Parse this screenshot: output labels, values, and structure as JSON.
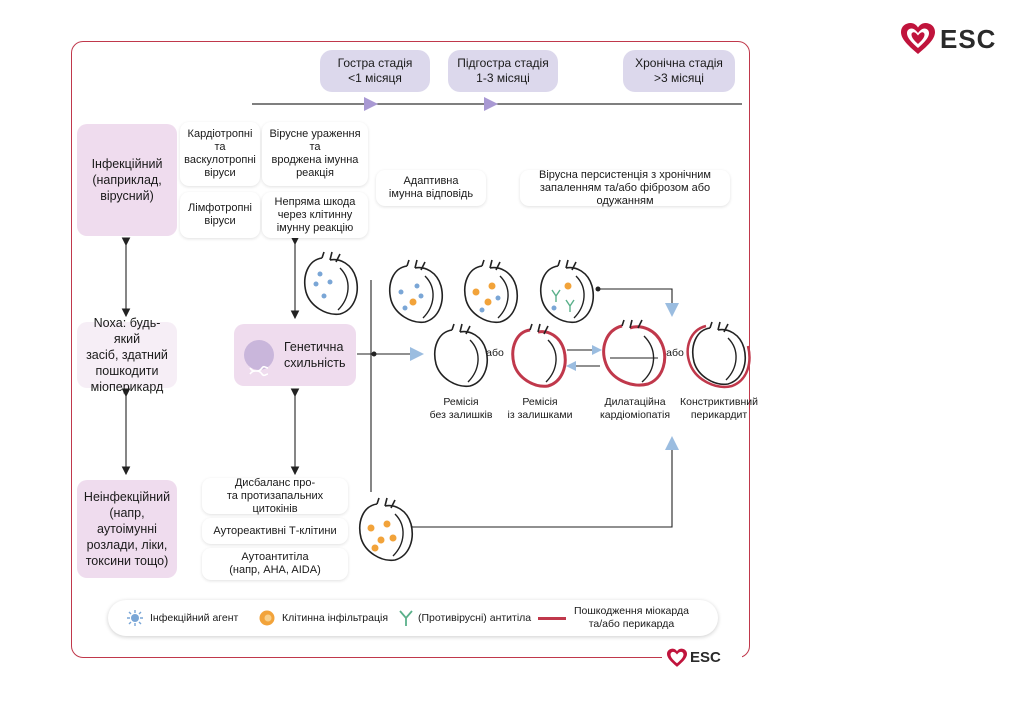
{
  "logo": {
    "text": "ESC",
    "color": "#c0143c"
  },
  "stages": [
    {
      "label": "Гостра стадія\n<1 місяця"
    },
    {
      "label": "Підгостра стадія\n1-3 місяці"
    },
    {
      "label": "Хронічна стадія\n>3 місяці"
    }
  ],
  "causes": {
    "infectious": "Інфекційний\n(наприклад,\nвірусний)",
    "noxa": "Noxa: будь-який\nзасіб, здатний\nпошкодити\nміоперикард",
    "noninfectious": "Неінфекційний\n(напр, аутоімунні\nрозлади, ліки,\nтоксини тощо)"
  },
  "viruses": {
    "cardiotropic": "Кардіотропні\nта\nваскулотропні\nвіруси",
    "lymphotropic": "Лімфотропні\nвіруси",
    "viral_damage": "Вірусне ураження\nта\nвроджена імунна\nреакція",
    "indirect_damage": "Непряма шкода\nчерез клітинну\nімунну реакцію"
  },
  "genetic": "Генетична\nсхильність",
  "adaptive": "Адаптивна\nімунна відповідь",
  "persistence": "Вірусна персистенція з хронічним\nзапаленням та/або фіброзом або одужанням",
  "noninf_factors": [
    "Дисбаланс про-\nта протизапальних цитокінів",
    "Аутореактивні Т-клітини",
    "Аутоантитіла\n(напр, AHA, AIDA)"
  ],
  "outcomes": {
    "remission_full": "Ремісія\nбез залишків",
    "remission_partial": "Ремісія\nіз залишками",
    "dcm": "Дилатаційна\nкардіоміопатія",
    "constrictive": "Констриктивний\nперикардит",
    "or1": "або",
    "or2": "або"
  },
  "legend": {
    "agent": "Інфекційний агент",
    "infiltration": "Клітинна інфільтрація",
    "antibodies": "(Противірусні) антитіла",
    "damage": "Пошкодження міокарда\nта/або перикарда"
  },
  "colors": {
    "frame": "#c0384b",
    "stage": "#dcd8ec",
    "pink": "#efdcee",
    "arrow": "#9bbde0",
    "damage": "#c0384b",
    "orange": "#f2a33a",
    "virus": "#7aa6d6"
  }
}
